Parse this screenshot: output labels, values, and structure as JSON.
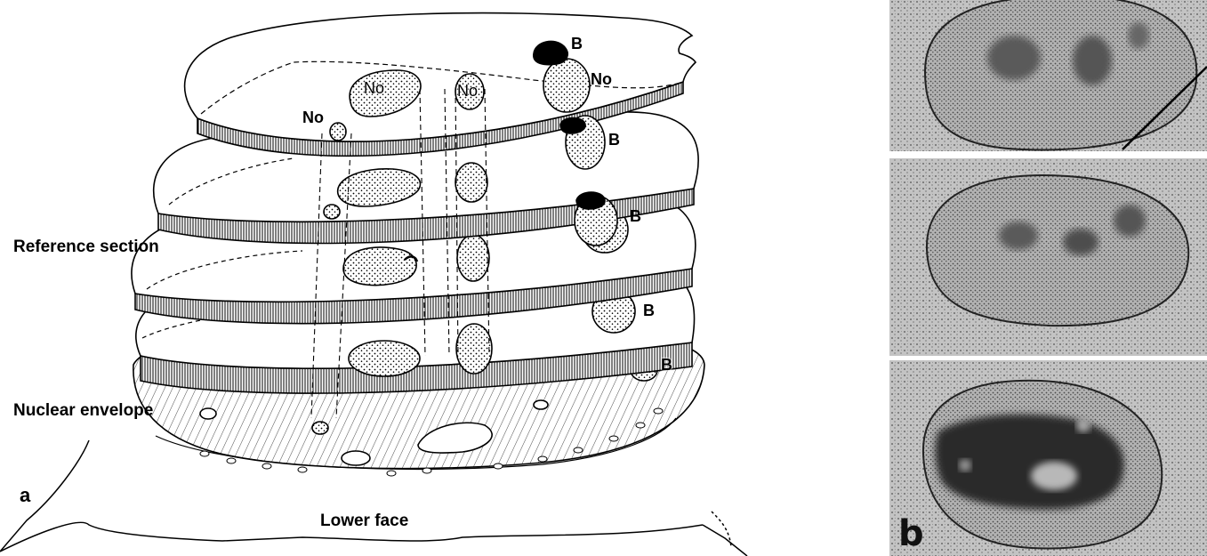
{
  "panel_a": {
    "letter": "a",
    "labels": {
      "reference_section": "Reference section",
      "nuclear_envelope": "Nuclear envelope",
      "lower_face": "Lower face",
      "nucleolus": "No",
      "body": "B"
    }
  },
  "panel_b": {
    "letter": "b",
    "micrograph_count": 3
  },
  "colors": {
    "ink": "#000000",
    "paper": "#ffffff",
    "micrograph_light": "#c9c9c9",
    "micrograph_dark": "#3a3a3a"
  }
}
